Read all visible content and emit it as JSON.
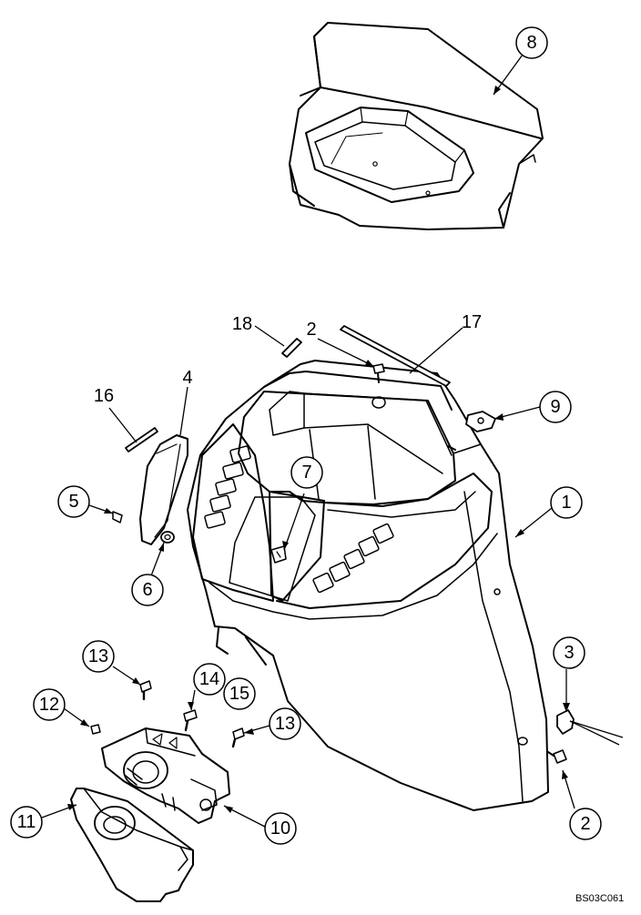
{
  "diagram": {
    "reference_code": "BS03C061",
    "callouts": [
      {
        "id": "c8",
        "label": "8"
      },
      {
        "id": "c9",
        "label": "9"
      },
      {
        "id": "c1",
        "label": "1"
      },
      {
        "id": "c7",
        "label": "7"
      },
      {
        "id": "c5",
        "label": "5"
      },
      {
        "id": "c6",
        "label": "6"
      },
      {
        "id": "c3",
        "label": "3"
      },
      {
        "id": "c13a",
        "label": "13"
      },
      {
        "id": "c14",
        "label": "14"
      },
      {
        "id": "c15",
        "label": "15"
      },
      {
        "id": "c12",
        "label": "12"
      },
      {
        "id": "c13b",
        "label": "13"
      },
      {
        "id": "c2b",
        "label": "2"
      },
      {
        "id": "c11",
        "label": "11"
      },
      {
        "id": "c10",
        "label": "10"
      }
    ],
    "plain_labels": [
      {
        "id": "t18",
        "label": "18"
      },
      {
        "id": "t2a",
        "label": "2"
      },
      {
        "id": "t17",
        "label": "17"
      },
      {
        "id": "t16",
        "label": "16"
      },
      {
        "id": "t4",
        "label": "4"
      }
    ],
    "colors": {
      "line": "#000000",
      "fill": "#ffffff",
      "shade": "#e6e6e6"
    }
  }
}
